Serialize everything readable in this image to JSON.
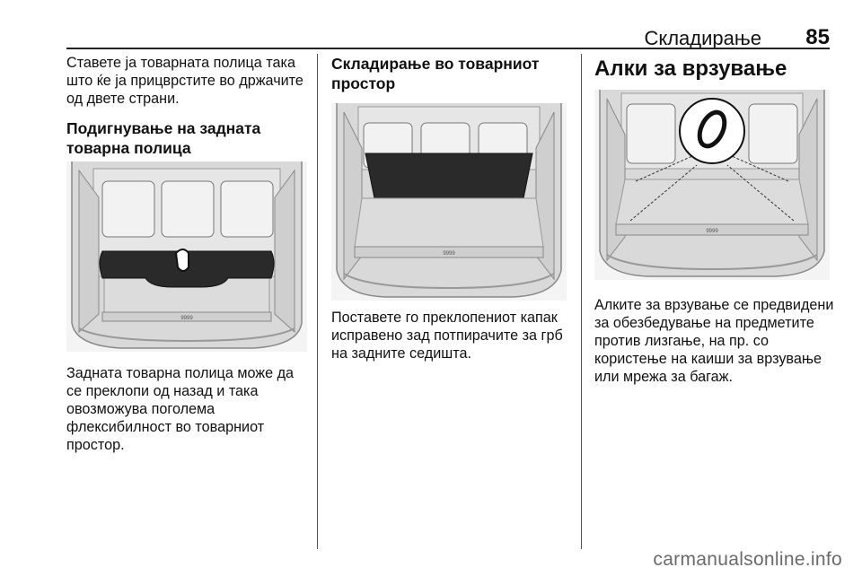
{
  "header": {
    "title": "Складирање",
    "page_number": "85"
  },
  "column1": {
    "intro_text": "Ставете ја товарната полица така што ќе ја прицврстите во држачите од двете страни.",
    "heading": "Подигнување на задната товарна полица",
    "caption": "Задната товарна полица може да се преклопи од назад и така овозможува поголема флексибилност во товарниот простор.",
    "figure_label": "9999"
  },
  "column2": {
    "heading": "Складирање во товарниот простор",
    "caption": "Поставете го преклопениот капак исправено зад потпирачите за грб на задните седишта.",
    "figure_label": "9999"
  },
  "column3": {
    "heading": "Алки за врзување",
    "caption": "Алките за врзување се предвидени за обезбедување на предметите против лизгање, на пр. со користење на каиши за врзување или мрежа за багаж.",
    "figure_label": "9999"
  },
  "watermark": "carmanualsonline.info"
}
